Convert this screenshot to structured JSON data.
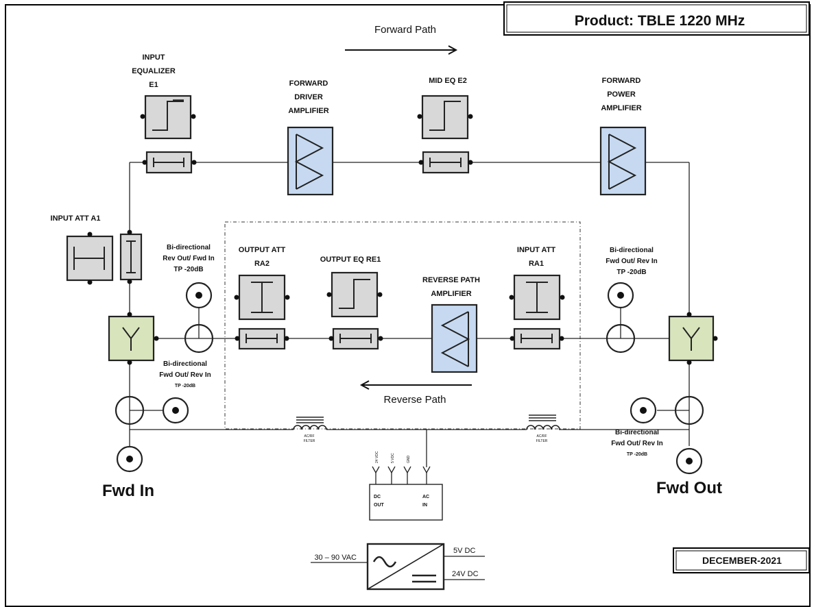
{
  "header": {
    "product_label": "Product:  TBLE 1220 MHz",
    "date_label": "DECEMBER-2021"
  },
  "paths": {
    "forward": "Forward Path",
    "reverse": "Reverse Path"
  },
  "forward_chain": {
    "input_equalizer": [
      "INPUT",
      "EQUALIZER",
      "E1"
    ],
    "driver_amp": [
      "FORWARD",
      "DRIVER",
      "AMPLIFIER"
    ],
    "mid_eq": "MID EQ E2",
    "power_amp": [
      "FORWARD",
      "POWER",
      "AMPLIFIER"
    ],
    "input_att": "INPUT ATT A1"
  },
  "reverse_chain": {
    "output_att": [
      "OUTPUT ATT",
      "RA2"
    ],
    "output_eq": "OUTPUT EQ RE1",
    "reverse_amp": [
      "REVERSE PATH",
      "AMPLIFIER"
    ],
    "input_att": [
      "INPUT ATT",
      "RA1"
    ]
  },
  "test_points": {
    "left_top": [
      "Bi-directional",
      "Rev Out/ Fwd In",
      "TP -20dB"
    ],
    "left_bottom": [
      "Bi-directional",
      "Fwd Out/ Rev In",
      "TP -20dB"
    ],
    "right_top": [
      "Bi-directional",
      "Fwd Out/ Rev In",
      "TP -20dB"
    ],
    "right_bottom": [
      "Bi-directional",
      "Fwd Out/ Rev In",
      "TP -20dB"
    ]
  },
  "ports": {
    "input": "Fwd In",
    "output": "Fwd Out"
  },
  "filters": {
    "left": [
      "AC/RF",
      "FILTER"
    ],
    "right": [
      "AC/RF",
      "FILTER"
    ]
  },
  "power_block": {
    "pins": [
      "24 VDC",
      "5 VDC",
      "GND"
    ],
    "dc_out": [
      "DC",
      "OUT"
    ],
    "ac_in": [
      "AC",
      "IN"
    ]
  },
  "power_supply": {
    "input": "30 – 90 VAC",
    "out_5v": "5V DC",
    "out_24v": "24V DC"
  },
  "colors": {
    "module_gray": "#d8d8d8",
    "amp_blue": "#c6d9f1",
    "diplexer_green": "#d8e4bc"
  }
}
